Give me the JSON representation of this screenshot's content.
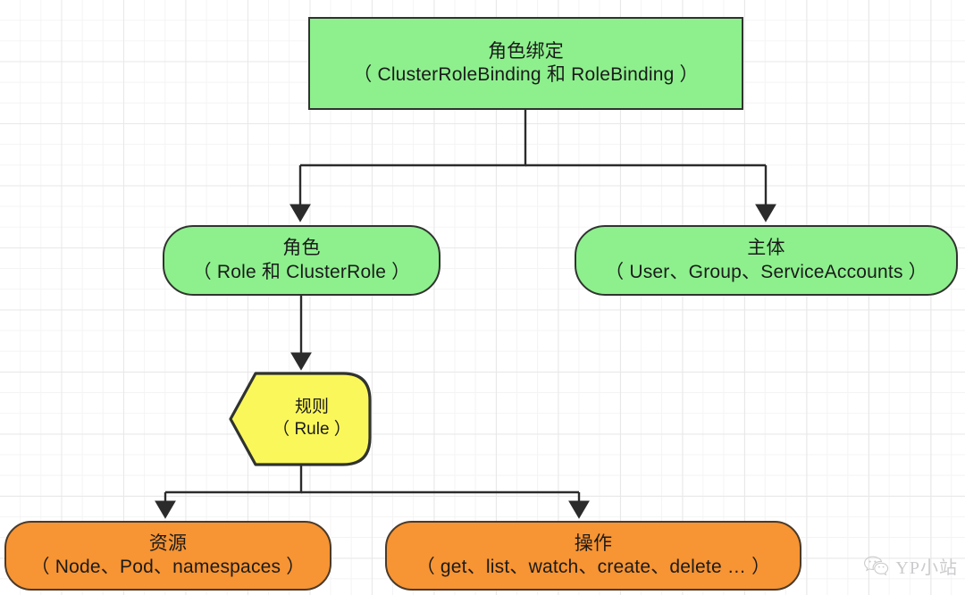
{
  "diagram": {
    "title_node": {
      "line1": "角色绑定",
      "line2": "（ ClusterRoleBinding 和 RoleBinding ）"
    },
    "nodes": [
      {
        "id": "role",
        "line1": "角色",
        "line2": "（ Role 和 ClusterRole ）",
        "fill": "#8df08d",
        "shape": "rounded-rect"
      },
      {
        "id": "subject",
        "line1": "主体",
        "line2": "（ User、Group、ServiceAccounts ）",
        "fill": "#8df08d",
        "shape": "rounded-rect"
      },
      {
        "id": "rule",
        "line1": "规则",
        "line2": "（ Rule ）",
        "fill": "#faf75a",
        "shape": "pointed-left"
      },
      {
        "id": "resource",
        "line1": "资源",
        "line2": "（ Node、Pod、namespaces ）",
        "fill": "#f79433",
        "shape": "rounded-rect"
      },
      {
        "id": "verbs",
        "line1": "操作",
        "line2": "（ get、list、watch、create、delete … ）",
        "fill": "#f79433",
        "shape": "rounded-rect"
      }
    ],
    "edges": [
      {
        "from": "rolebinding",
        "to": "role"
      },
      {
        "from": "rolebinding",
        "to": "subject"
      },
      {
        "from": "role",
        "to": "rule"
      },
      {
        "from": "rule",
        "to": "resource"
      },
      {
        "from": "rule",
        "to": "verbs"
      }
    ],
    "colors": {
      "green": "#8df08d",
      "yellow": "#faf75a",
      "orange": "#f79433",
      "border": "#30332f",
      "grid_minor": "#f4f4f4",
      "grid_major": "#e8e8e8"
    }
  },
  "watermark": {
    "icon": "wechat-icon",
    "text": "YP小站"
  }
}
